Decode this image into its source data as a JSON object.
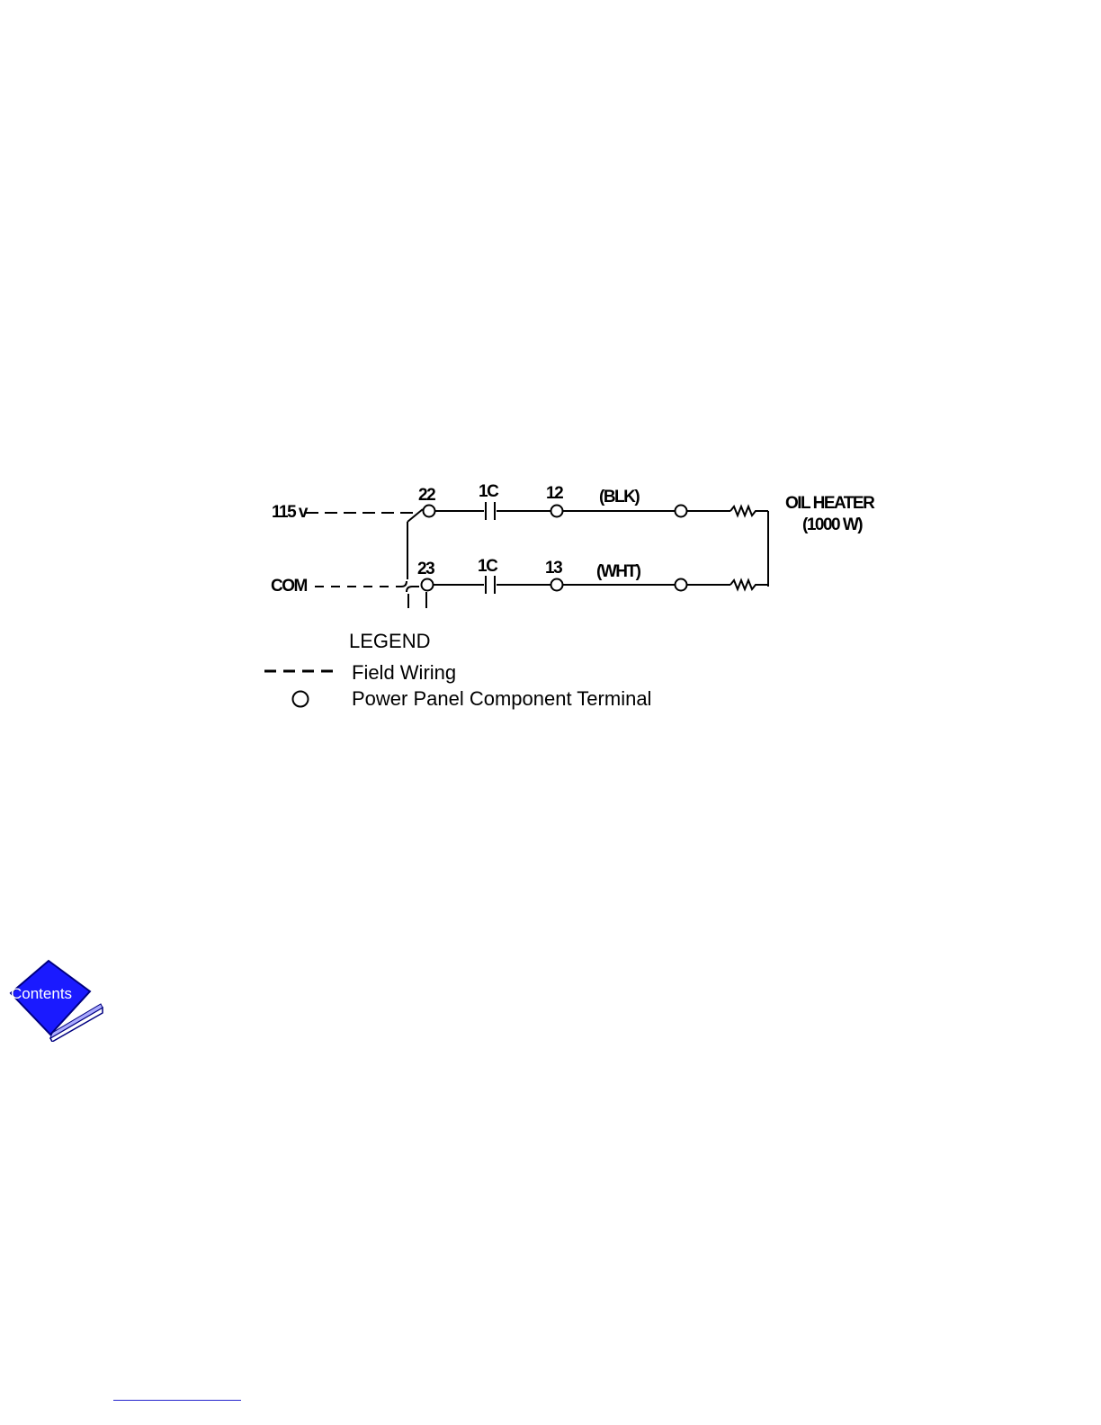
{
  "diagram": {
    "supply": {
      "line_label": "115 v",
      "common_label": "COM"
    },
    "terminals": {
      "t22": "22",
      "t23": "23",
      "t12": "12",
      "t13": "13"
    },
    "contactors": {
      "top": "1C",
      "bottom": "1C"
    },
    "wire_colors": {
      "top": "(BLK)",
      "bottom": "(WHT)"
    },
    "heater": {
      "name": "OIL HEATER",
      "rating": "(1000 W)"
    }
  },
  "legend": {
    "title": "LEGEND",
    "items": [
      {
        "symbol": "dashed-line",
        "label": "Field Wiring"
      },
      {
        "symbol": "circle",
        "label": "Power Panel Component Terminal"
      }
    ]
  },
  "nav": {
    "contents_label": "Contents",
    "badge_colors": {
      "fill": "#1a1aff",
      "shadow": "#000080",
      "text": "#ffffff"
    }
  }
}
